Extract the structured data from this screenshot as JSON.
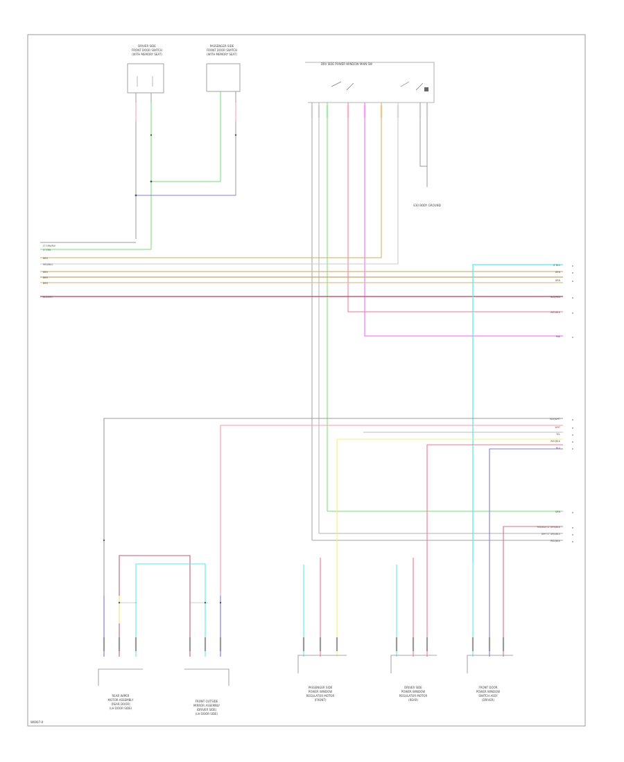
{
  "diagram": {
    "figure_id": "W0007-0",
    "top_switch_header": "DRV SIDE POWER WINDOW MAIN SW",
    "ground_label": "E30 BODY GROUND",
    "switches": [
      {
        "line1": "DRIVER SIDE",
        "line2": "FRONT DOOR SWITCH",
        "line3": "(WITH MEMORY SEAT)"
      },
      {
        "line1": "PASSENGER SIDE",
        "line2": "FRONT DOOR SWITCH",
        "line3": "(WITH MEMORY SEAT)"
      }
    ],
    "modules": [
      {
        "line1": "REAR WIPER",
        "line2": "MOTOR ASSEMBLY",
        "line3": "(REAR DOOR)",
        "line4": "(LH DOOR SIDE)"
      },
      {
        "line1": "FRONT OUTSIDE",
        "line2": "MIRROR ASSEMBLY",
        "line3": "(DRIVER SIDE)",
        "line4": "(LH DOOR SIDE)"
      },
      {
        "line1": "PASSENGER SIDE",
        "line2": "POWER WINDOW",
        "line3": "REGULATOR MOTOR",
        "line4": "(FRONT)"
      },
      {
        "line1": "DRIVER SIDE",
        "line2": "POWER WINDOW",
        "line3": "REGULATOR MOTOR",
        "line4": "(REAR)"
      },
      {
        "line1": "FRONT DOOR",
        "line2": "POWER WINDOW",
        "line3": "SWITCH ASSY",
        "line4": "(DRIVER)"
      }
    ],
    "wire_labels": {
      "left": [
        "LT GRN/BLK",
        "LT GRN",
        "BRN",
        "RED/BLU",
        "BRN",
        "BRN",
        "BRN",
        "BLK/RED"
      ],
      "right_top": [
        "LT BLU",
        "BRN",
        "BRN",
        "BLK/RED",
        "RED/BLK",
        "PNK"
      ],
      "right_mid": [
        "BLK/WHT",
        "WHT",
        "YEL",
        "RED/BLK",
        "BLU",
        "GRN"
      ],
      "right_bot": [
        "RED/BLK  LT GRN/BLK",
        "WHT  LT GRN/BLU",
        "RED/BLK"
      ]
    }
  }
}
